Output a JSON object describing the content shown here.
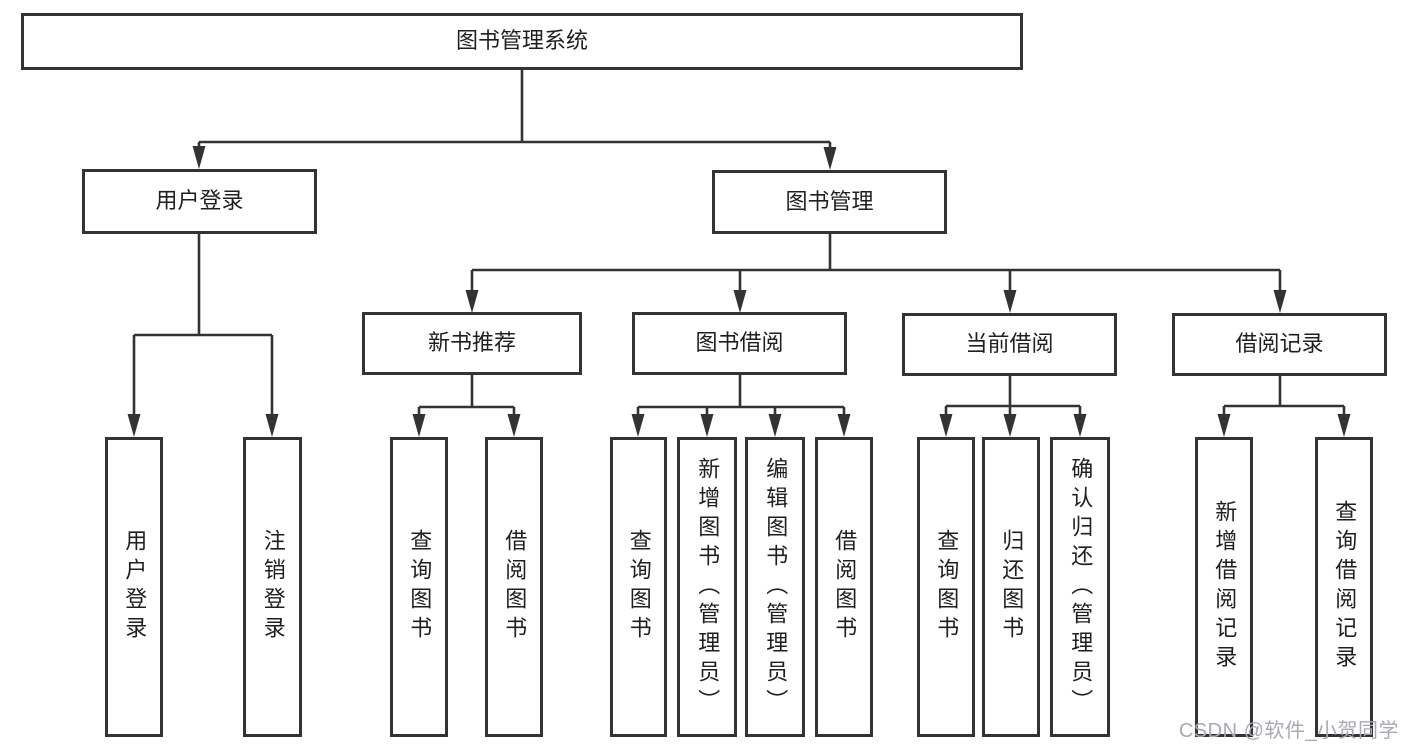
{
  "tree": {
    "label": "图书管理系统",
    "children": [
      {
        "label": "用户登录",
        "children": [
          {
            "label": "用户登录"
          },
          {
            "label": "注销登录"
          }
        ]
      },
      {
        "label": "图书管理",
        "children": [
          {
            "label": "新书推荐",
            "children": [
              {
                "label": "查询图书"
              },
              {
                "label": "借阅图书"
              }
            ]
          },
          {
            "label": "图书借阅",
            "children": [
              {
                "label": "查询图书"
              },
              {
                "label": "新增图书（管理员）"
              },
              {
                "label": "编辑图书（管理员）"
              },
              {
                "label": "借阅图书"
              }
            ]
          },
          {
            "label": "当前借阅",
            "children": [
              {
                "label": "查询图书"
              },
              {
                "label": "归还图书"
              },
              {
                "label": "确认归还（管理员）"
              }
            ]
          },
          {
            "label": "借阅记录",
            "children": [
              {
                "label": "新增借阅记录"
              },
              {
                "label": "查询借阅记录"
              }
            ]
          }
        ]
      }
    ]
  },
  "watermark": "CSDN @软件_小贺同学",
  "colors": {
    "line": "#333333",
    "text": "#1f1f1f",
    "background": "#ffffff",
    "watermark": "#a9a9b3"
  }
}
